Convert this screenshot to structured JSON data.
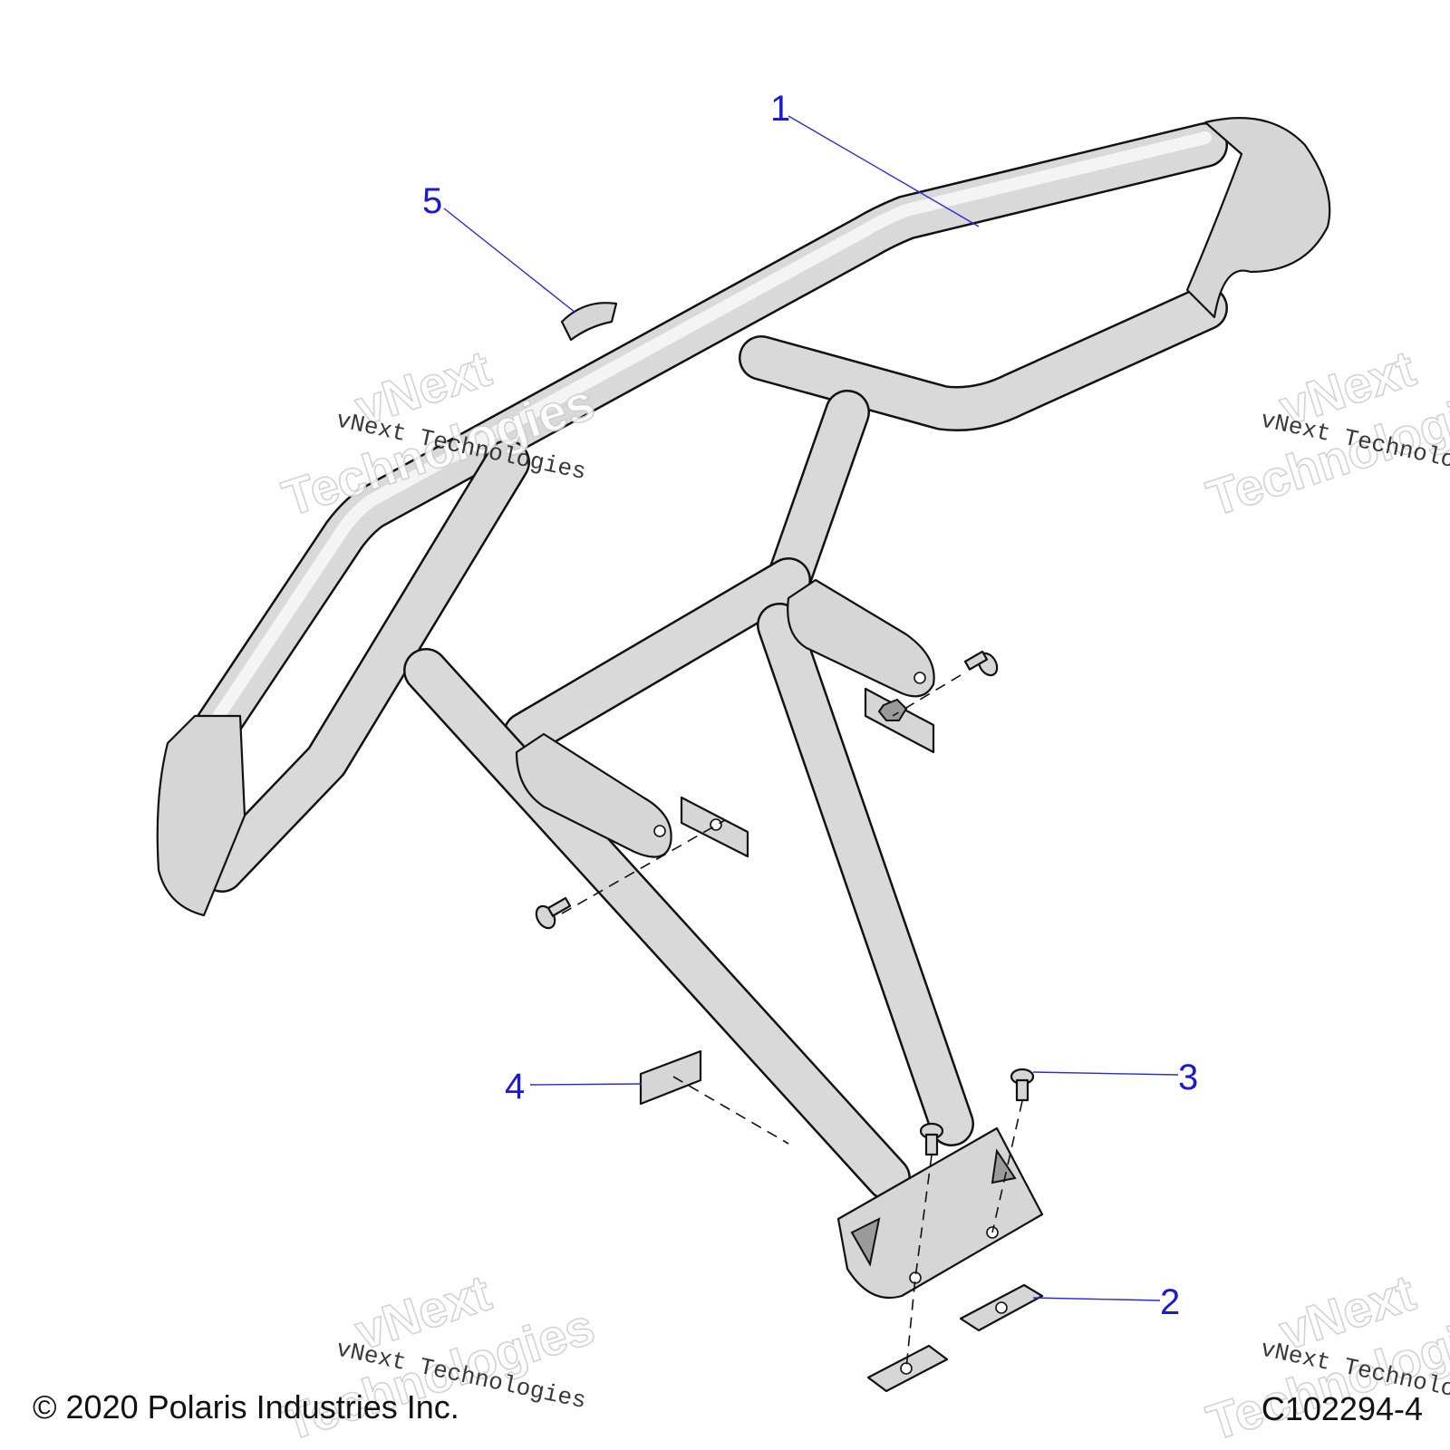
{
  "callouts": [
    {
      "id": "1",
      "label": "1"
    },
    {
      "id": "2",
      "label": "2"
    },
    {
      "id": "3",
      "label": "3"
    },
    {
      "id": "4",
      "label": "4"
    },
    {
      "id": "5",
      "label": "5"
    }
  ],
  "watermark": {
    "big_line1": "vNext",
    "big_line2": "Technologies",
    "small": "vNext Technologies"
  },
  "footer": {
    "copyright": "© 2020 Polaris Industries Inc.",
    "drawing_number": "C102294-4"
  },
  "colors": {
    "callout": "#1a1ad6",
    "part_fill": "#d6d6d6",
    "outline": "#111111"
  }
}
